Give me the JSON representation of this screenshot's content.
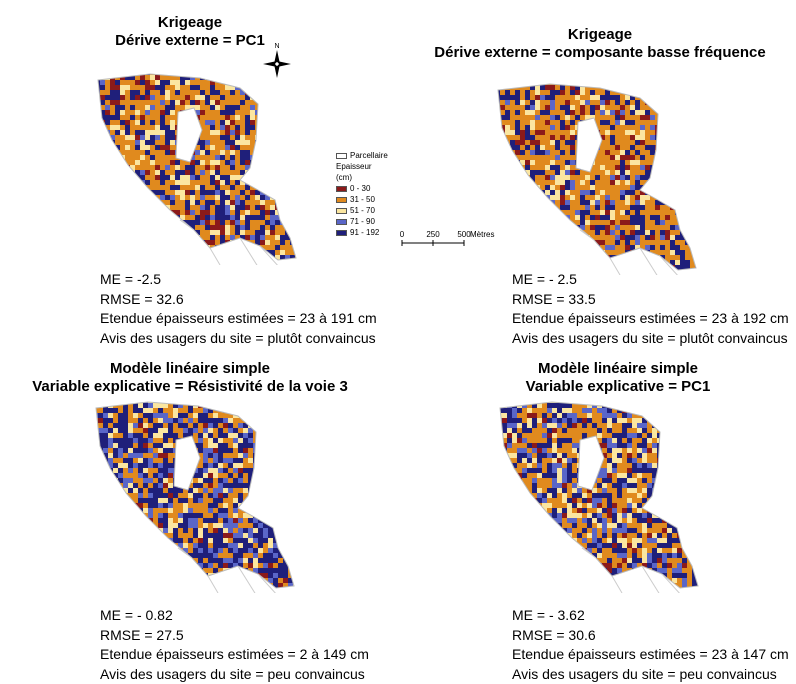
{
  "panels": [
    {
      "title_lines": [
        "Krigeage",
        "Dérive externe = PC1"
      ],
      "stats": [
        "ME = -2.5",
        "RMSE = 32.6",
        "Etendue épaisseurs estimées = 23 à 191 cm",
        "Avis des usagers du site = plutôt convaincus"
      ],
      "palette": "orange"
    },
    {
      "title_lines": [
        "Krigeage",
        "Dérive externe = composante basse fréquence"
      ],
      "stats": [
        "ME = - 2.5",
        "RMSE = 33.5",
        "Etendue épaisseurs estimées = 23 à 192 cm",
        "Avis des usagers du site = plutôt convaincus"
      ],
      "palette": "orange"
    },
    {
      "title_lines": [
        "Modèle linéaire simple",
        "Variable explicative = Résistivité de la voie 3"
      ],
      "stats": [
        "ME = - 0.82",
        "RMSE = 27.5",
        "Etendue épaisseurs estimées = 2 à 149 cm",
        "Avis des usagers du site = peu convaincus"
      ],
      "palette": "blue"
    },
    {
      "title_lines": [
        "Modèle linéaire simple",
        "Variable explicative = PC1"
      ],
      "stats": [
        "ME = - 3.62",
        "RMSE = 30.6",
        "Etendue épaisseurs estimées = 23 à 147 cm",
        "Avis des usagers du site = peu convaincus"
      ],
      "palette": "mixed"
    }
  ],
  "legend": {
    "parcel_label": "Parcellaire",
    "thickness_label": "Epaisseur",
    "unit_label": "(cm)",
    "classes": [
      {
        "label": "0 - 30",
        "color": "#8b1a1a"
      },
      {
        "label": "31 - 50",
        "color": "#e08a1e"
      },
      {
        "label": "51 - 70",
        "color": "#fbe6a0"
      },
      {
        "label": "71 - 90",
        "color": "#5a66c8"
      },
      {
        "label": "91 - 192",
        "color": "#1f1f7a"
      }
    ]
  },
  "scale_bar": {
    "ticks": [
      "0",
      "250",
      "500"
    ],
    "unit": "Mètres"
  },
  "north_arrow": {
    "label": "N",
    "icon": "compass-rose-icon"
  }
}
